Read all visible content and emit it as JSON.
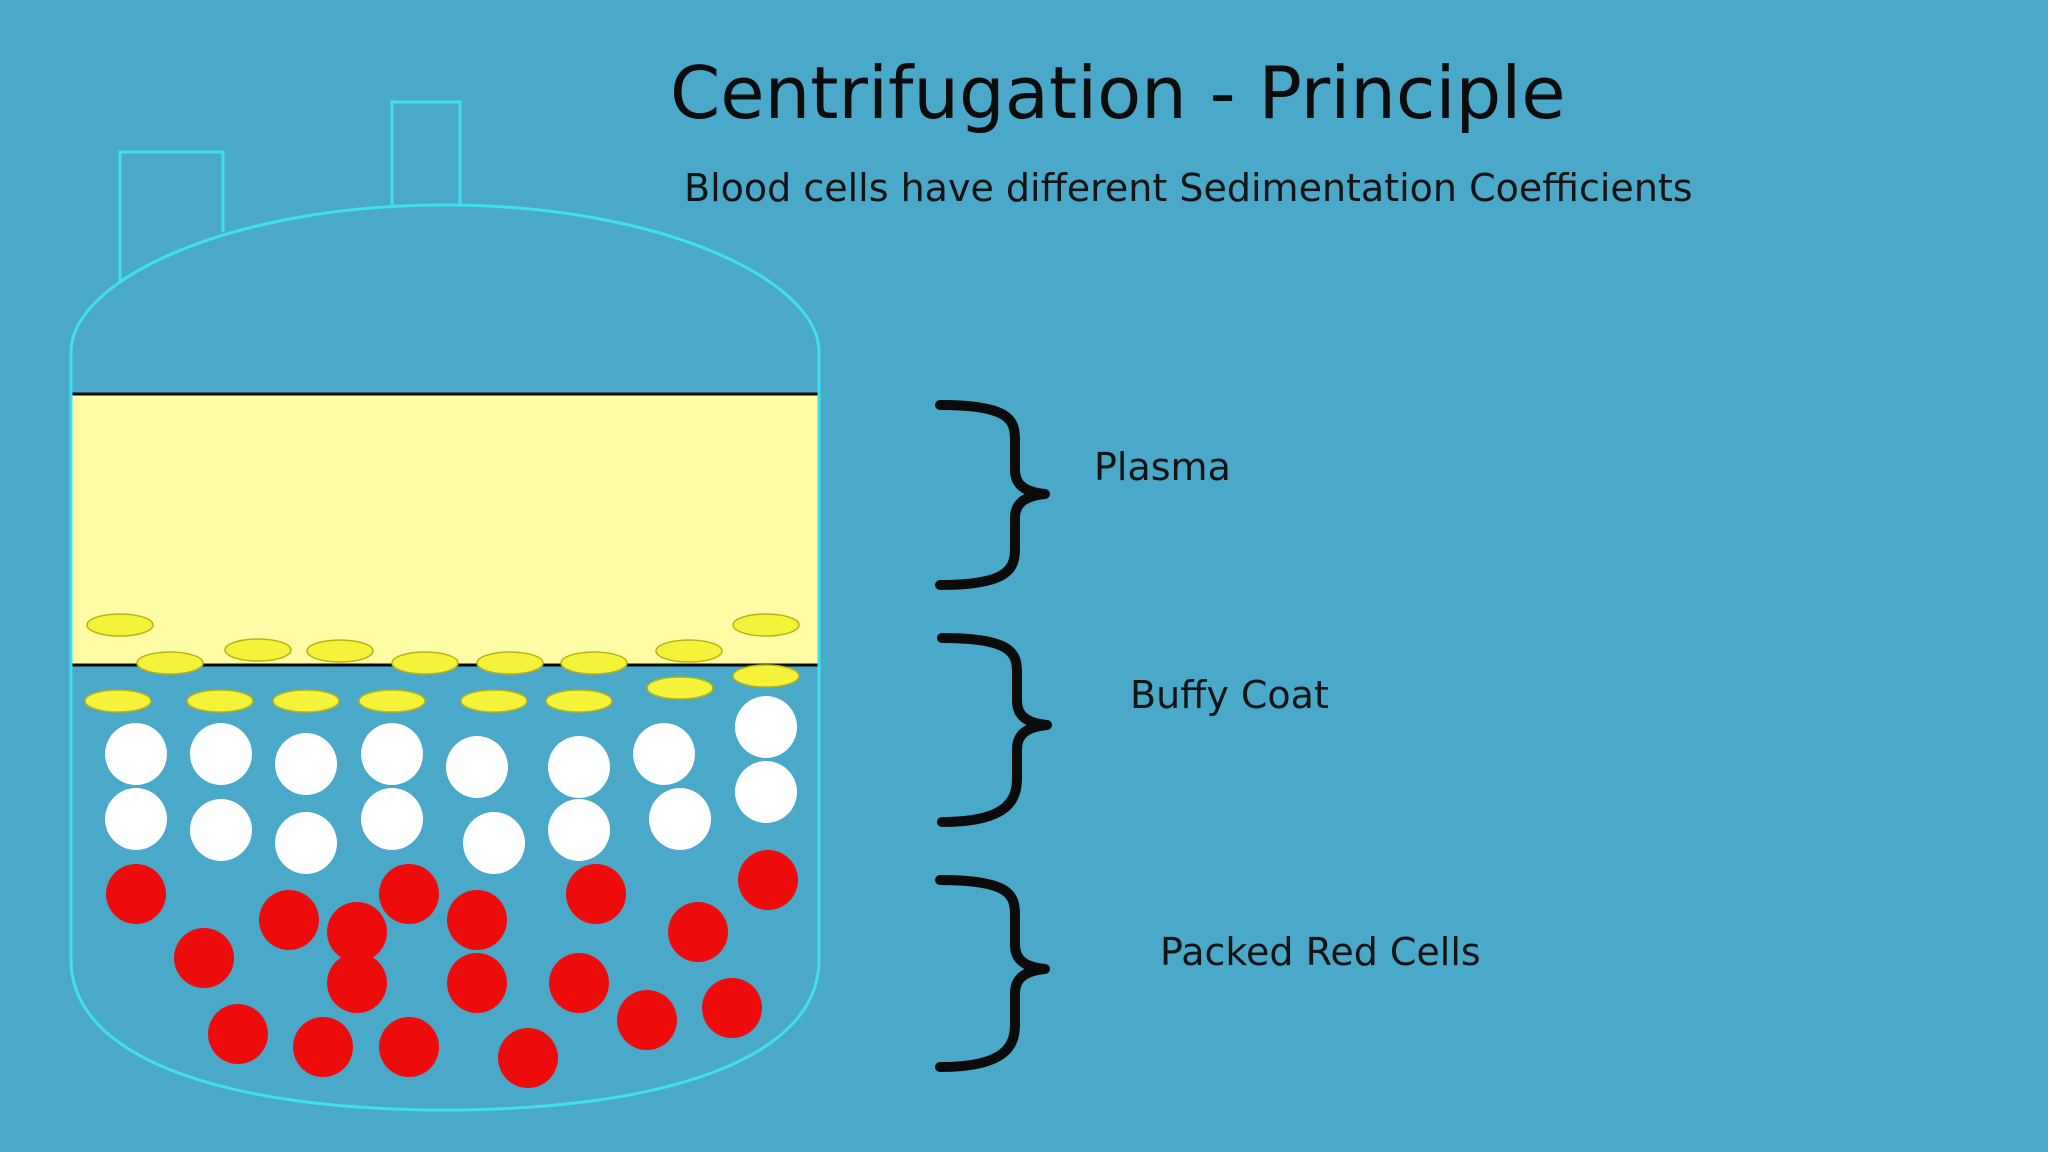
{
  "title": "Centrifugation - Principle",
  "subtitle": "Blood cells have different Sedimentation Coefficients",
  "layers": [
    {
      "id": "plasma",
      "label": "Plasma"
    },
    {
      "id": "buffy-coat",
      "label": "Buffy Coat"
    },
    {
      "id": "packed-red-cells",
      "label": "Packed Red Cells"
    }
  ],
  "colors": {
    "background": "#4aa8c9",
    "tube_outline": "#3ee0ee",
    "plasma": "#fefca4",
    "platelet": "#f5f23a",
    "white_cell": "#ffffff",
    "red_cell": "#ee0b0b"
  }
}
